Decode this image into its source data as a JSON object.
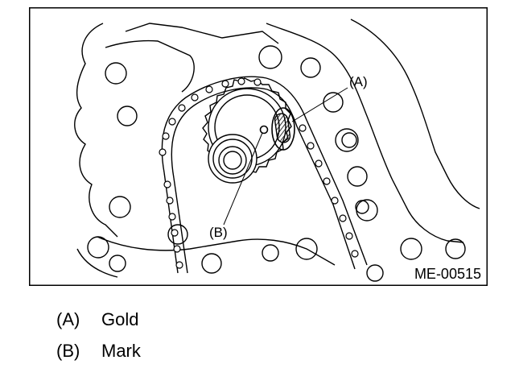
{
  "figure": {
    "code": "ME-00515",
    "callouts": {
      "a": "(A)",
      "b": "(B)"
    }
  },
  "legend": [
    {
      "key": "(A)",
      "label": "Gold"
    },
    {
      "key": "(B)",
      "label": "Mark"
    }
  ]
}
